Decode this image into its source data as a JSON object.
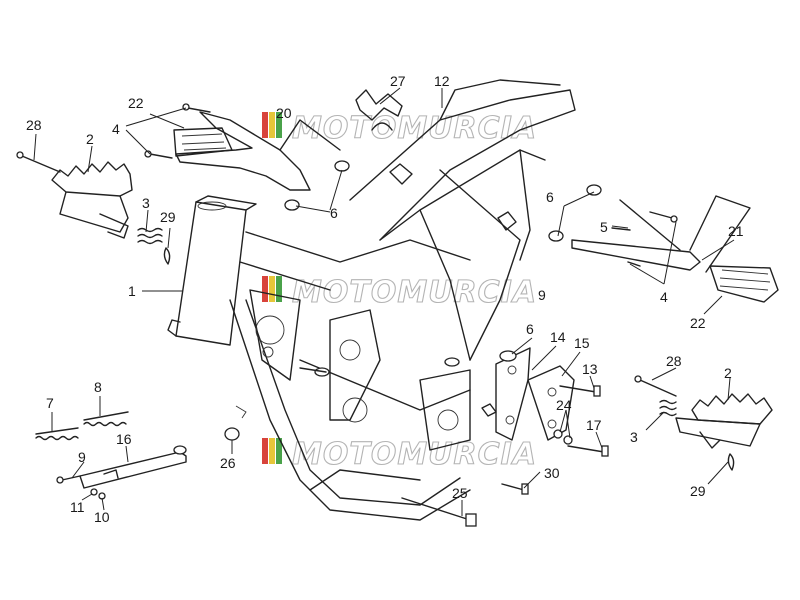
{
  "watermark": {
    "text": "MOTOMURCIA"
  },
  "labels": [
    {
      "id": "l1",
      "text": "1"
    },
    {
      "id": "l2a",
      "text": "2"
    },
    {
      "id": "l2b",
      "text": "2"
    },
    {
      "id": "l3a",
      "text": "3"
    },
    {
      "id": "l3b",
      "text": "3"
    },
    {
      "id": "l4a",
      "text": "4"
    },
    {
      "id": "l4b",
      "text": "4"
    },
    {
      "id": "l5",
      "text": "5"
    },
    {
      "id": "l6a",
      "text": "6"
    },
    {
      "id": "l6b",
      "text": "6"
    },
    {
      "id": "l6c",
      "text": "6"
    },
    {
      "id": "l7",
      "text": "7"
    },
    {
      "id": "l8",
      "text": "8"
    },
    {
      "id": "l9a",
      "text": "9"
    },
    {
      "id": "l9b",
      "text": "9"
    },
    {
      "id": "l10",
      "text": "10"
    },
    {
      "id": "l11",
      "text": "11"
    },
    {
      "id": "l12",
      "text": "12"
    },
    {
      "id": "l13",
      "text": "13"
    },
    {
      "id": "l14",
      "text": "14"
    },
    {
      "id": "l15",
      "text": "15"
    },
    {
      "id": "l16",
      "text": "16"
    },
    {
      "id": "l17",
      "text": "17"
    },
    {
      "id": "l20",
      "text": "20"
    },
    {
      "id": "l21",
      "text": "21"
    },
    {
      "id": "l22a",
      "text": "22"
    },
    {
      "id": "l22b",
      "text": "22"
    },
    {
      "id": "l24",
      "text": "24"
    },
    {
      "id": "l25",
      "text": "25"
    },
    {
      "id": "l26",
      "text": "26"
    },
    {
      "id": "l27",
      "text": "27"
    },
    {
      "id": "l28a",
      "text": "28"
    },
    {
      "id": "l28b",
      "text": "28"
    },
    {
      "id": "l29a",
      "text": "29"
    },
    {
      "id": "l29b",
      "text": "29"
    },
    {
      "id": "l30",
      "text": "30"
    }
  ]
}
